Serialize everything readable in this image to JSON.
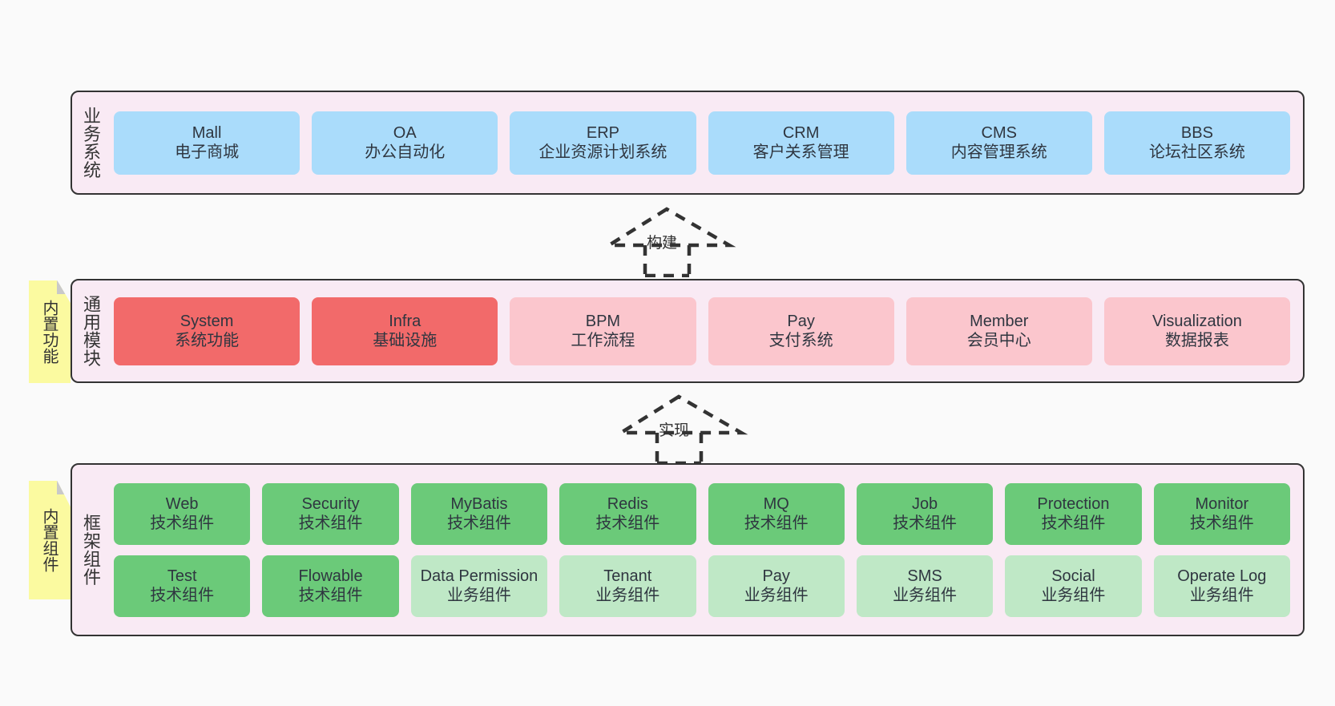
{
  "diagram": {
    "background": "#fafafa",
    "layer_fill": "#f9eaf4",
    "layer_stroke": "#333333",
    "note_fill": "#fbfaa0",
    "colors": {
      "business": "#aadcfb",
      "module_primary": "#f26a6a",
      "module_secondary": "#fbc6cd",
      "framework_tech": "#6bca79",
      "framework_biz": "#bfe8c6"
    }
  },
  "layers": [
    {
      "id": "business-system",
      "title": "业务系统",
      "rows": [
        [
          {
            "name": "Mall",
            "desc": "电子商城"
          },
          {
            "name": "OA",
            "desc": "办公自动化"
          },
          {
            "name": "ERP",
            "desc": "企业资源计划系统"
          },
          {
            "name": "CRM",
            "desc": "客户关系管理"
          },
          {
            "name": "CMS",
            "desc": "内容管理系统"
          },
          {
            "name": "BBS",
            "desc": "论坛社区系统"
          }
        ]
      ]
    },
    {
      "id": "common-module",
      "title": "通用模块",
      "note": "内置功能",
      "rows": [
        [
          {
            "name": "System",
            "desc": "系统功能"
          },
          {
            "name": "Infra",
            "desc": "基础设施"
          },
          {
            "name": "BPM",
            "desc": "工作流程"
          },
          {
            "name": "Pay",
            "desc": "支付系统"
          },
          {
            "name": "Member",
            "desc": "会员中心"
          },
          {
            "name": "Visualization",
            "desc": "数据报表"
          }
        ]
      ]
    },
    {
      "id": "framework-component",
      "title": "框架组件",
      "note": "内置组件",
      "rows": [
        [
          {
            "name": "Web",
            "desc": "技术组件"
          },
          {
            "name": "Security",
            "desc": "技术组件"
          },
          {
            "name": "MyBatis",
            "desc": "技术组件"
          },
          {
            "name": "Redis",
            "desc": "技术组件"
          },
          {
            "name": "MQ",
            "desc": "技术组件"
          },
          {
            "name": "Job",
            "desc": "技术组件"
          },
          {
            "name": "Protection",
            "desc": "技术组件"
          },
          {
            "name": "Monitor",
            "desc": "技术组件"
          }
        ],
        [
          {
            "name": "Test",
            "desc": "技术组件"
          },
          {
            "name": "Flowable",
            "desc": "技术组件"
          },
          {
            "name": "Data Permission",
            "desc": "业务组件"
          },
          {
            "name": "Tenant",
            "desc": "业务组件"
          },
          {
            "name": "Pay",
            "desc": "业务组件"
          },
          {
            "name": "SMS",
            "desc": "业务组件"
          },
          {
            "name": "Social",
            "desc": "业务组件"
          },
          {
            "name": "Operate Log",
            "desc": "业务组件"
          }
        ]
      ]
    }
  ],
  "connectors": [
    {
      "id": "build",
      "label": "构建",
      "from": "common-module",
      "to": "business-system"
    },
    {
      "id": "implement",
      "label": "实现",
      "from": "framework-component",
      "to": "common-module"
    }
  ]
}
